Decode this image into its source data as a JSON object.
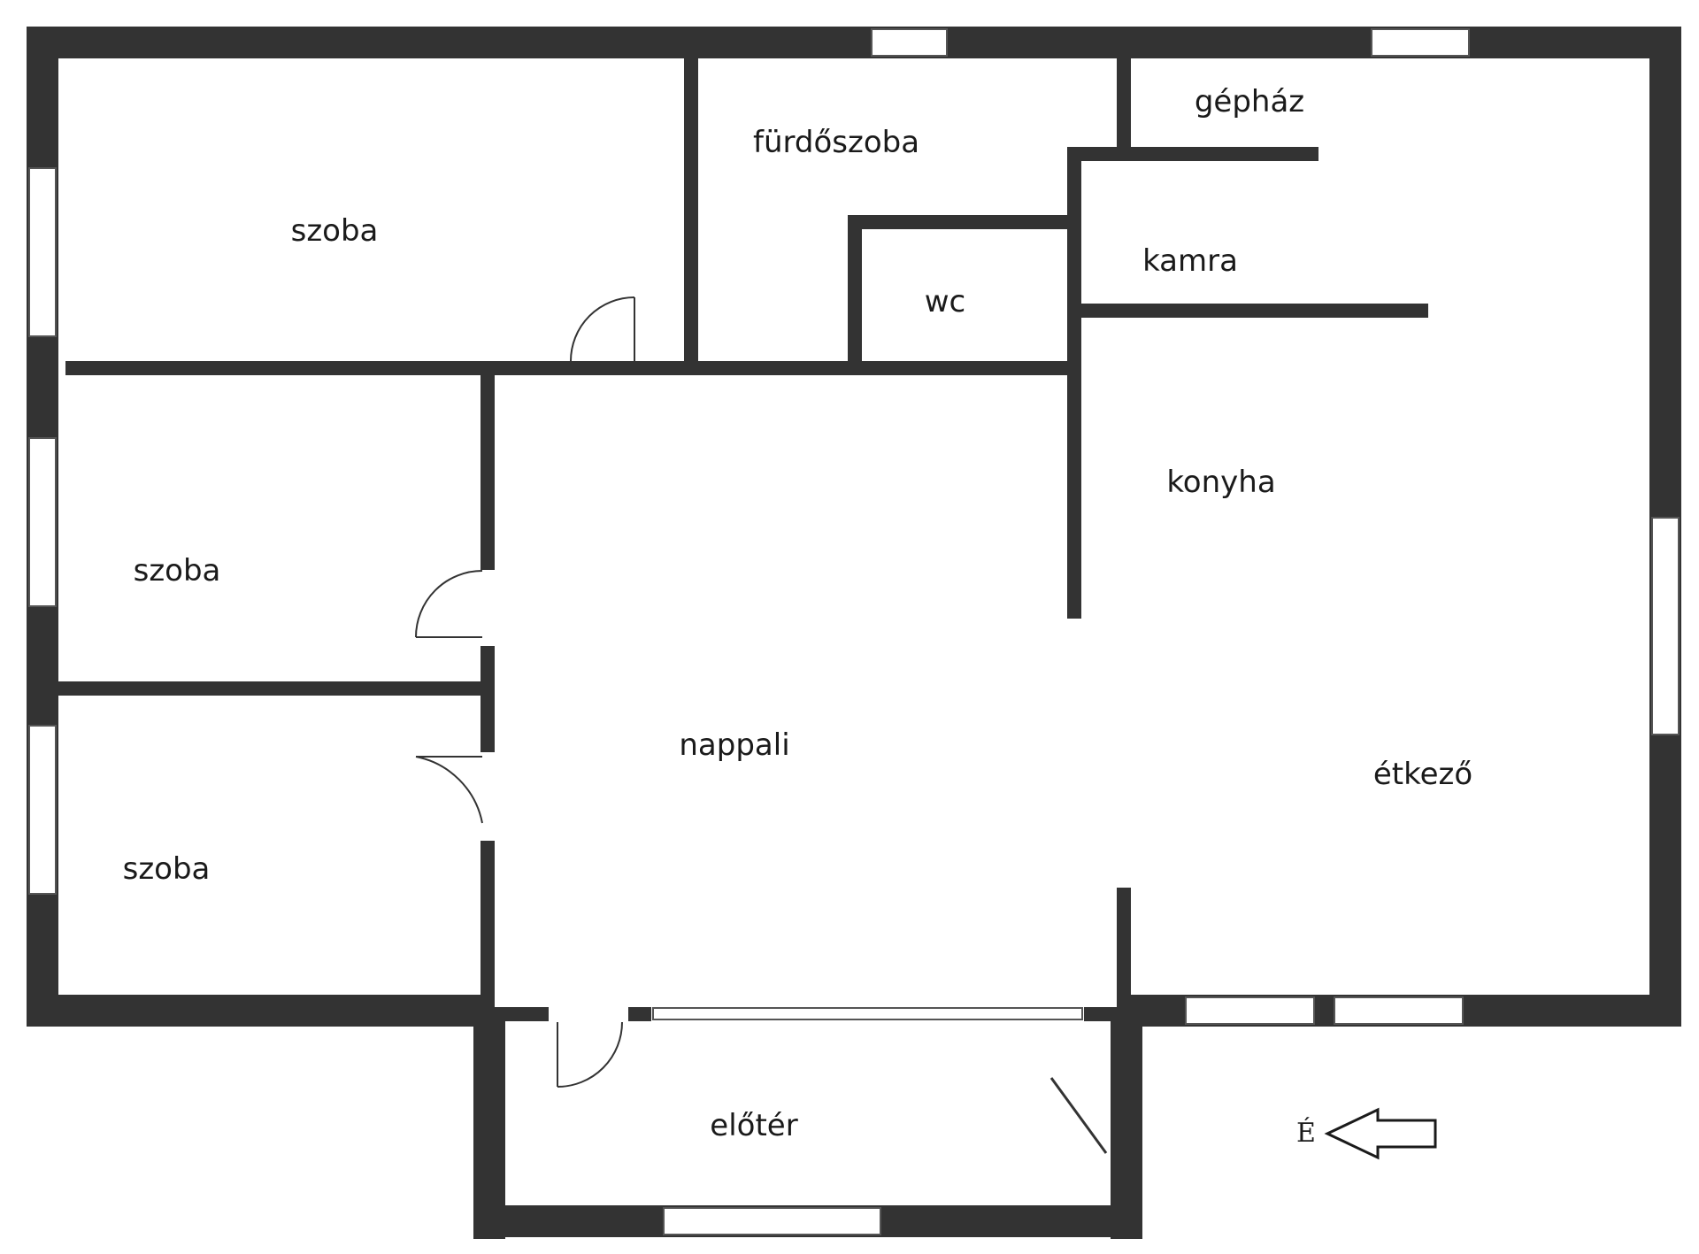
{
  "rooms": {
    "szoba_top": "szoba",
    "furdoszoba": "fürdőszoba",
    "gephaz": "gépház",
    "wc": "wc",
    "kamra": "kamra",
    "szoba_middle": "szoba",
    "konyha": "konyha",
    "nappali": "nappali",
    "szoba_bottom": "szoba",
    "etkezo": "étkező",
    "eloter": "előtér"
  },
  "compass": {
    "north_label": "É"
  },
  "colors": {
    "wall": "#333333",
    "background": "#ffffff"
  }
}
